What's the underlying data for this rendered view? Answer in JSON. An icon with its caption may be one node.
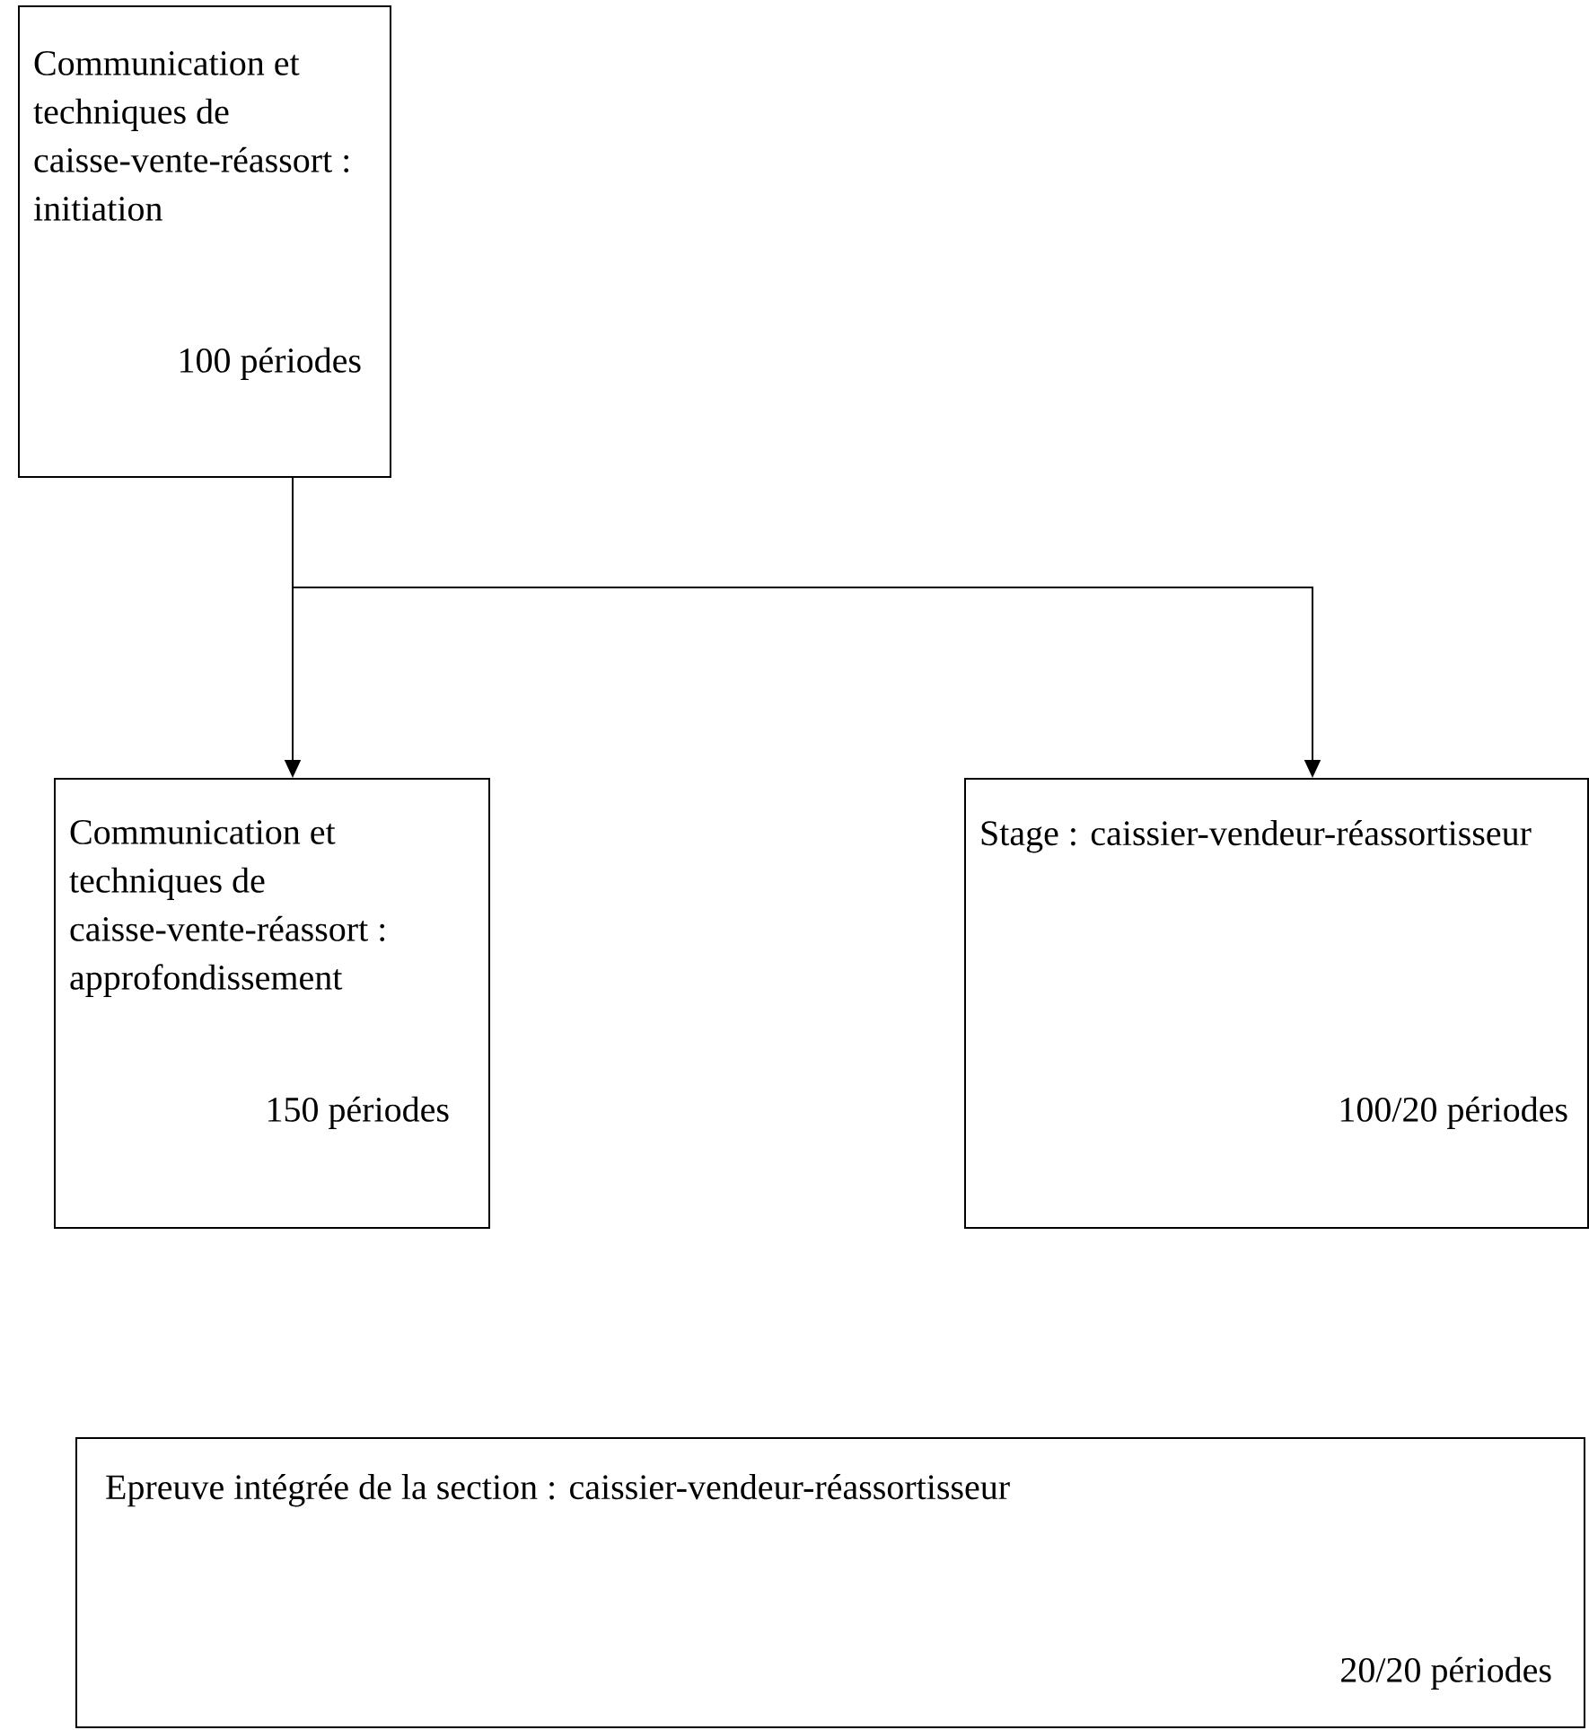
{
  "diagram": {
    "nodes": [
      {
        "text": [
          "Communication et techniques de caisse-vente-réassort : initiation",
          "100 périodes"
        ]
      },
      {
        "text": [
          "Communication et techniques de caisse-vente-réassort : approfondissement",
          "150 périodes"
        ]
      },
      {
        "text": [
          "Stage : caissier-vendeur-réassortisseur",
          "100/20 périodes"
        ]
      },
      {
        "text": [
          "Epreuve intégrée de la section : caissier-vendeur-réassortisseur",
          "20/20 périodes"
        ]
      }
    ],
    "edges": [
      {
        "from": 0,
        "to": 1,
        "arrow": "to"
      },
      {
        "from": 0,
        "to": 2,
        "arrow": "to"
      }
    ]
  }
}
